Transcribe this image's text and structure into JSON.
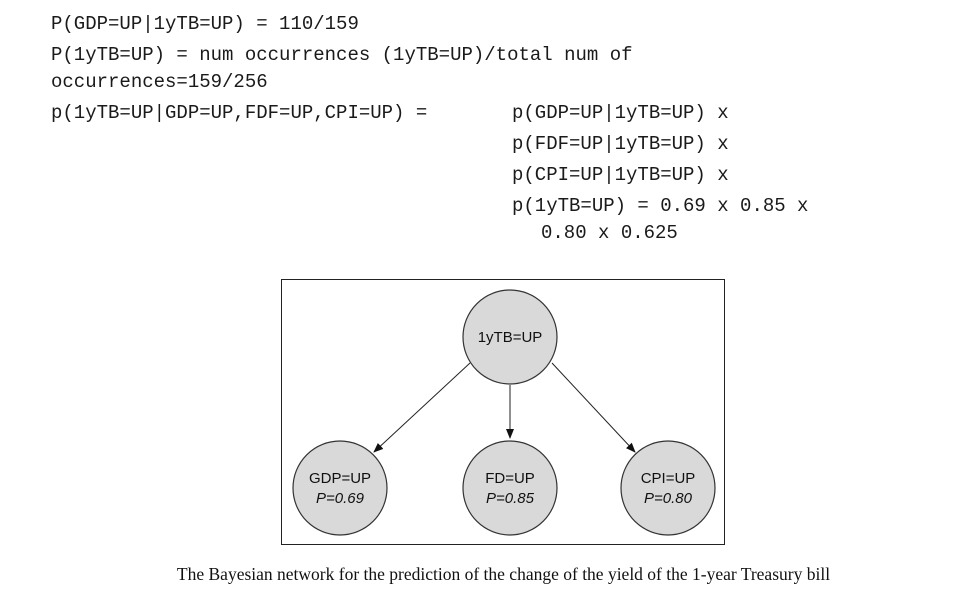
{
  "equations": {
    "line1": "P(GDP=UP|1yTB=UP) = 110/159",
    "line2": "P(1yTB=UP) = num occurrences (1yTB=UP)/total num of",
    "line3": "occurrences=159/256",
    "line4_left": "p(1yTB=UP|GDP=UP,FDF=UP,CPI=UP) = ",
    "line4_right": "p(GDP=UP|1yTB=UP) x",
    "line5": "p(FDF=UP|1yTB=UP) x",
    "line6": "p(CPI=UP|1yTB=UP) x",
    "line7": "p(1yTB=UP) = 0.69 x 0.85 x",
    "line8": "0.80 x 0.625"
  },
  "network": {
    "root": {
      "label": "1yTB=UP"
    },
    "children": [
      {
        "label": "GDP=UP",
        "prob": "P=0.69"
      },
      {
        "label": "FD=UP",
        "prob": "P=0.85"
      },
      {
        "label": "CPI=UP",
        "prob": "P=0.80"
      }
    ],
    "node_fill": "#d9d9d9",
    "node_stroke": "#333333"
  },
  "caption": "The Bayesian network for the prediction of the change of the yield of the 1-year Treasury bill"
}
